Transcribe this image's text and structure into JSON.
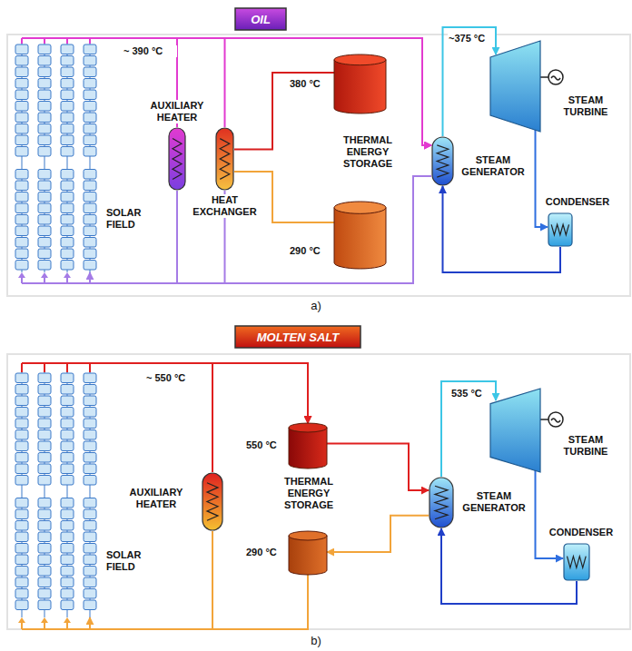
{
  "diagram": {
    "nodes": [
      {
        "text": [
          "OIL"
        ]
      },
      {
        "text": [
          "SOLAR FIELD"
        ]
      },
      {
        "text": [
          "AUXILIARY HEATER"
        ]
      },
      {
        "text": [
          "HEAT EXCHANGER"
        ]
      },
      {
        "text": [
          "380 °C"
        ]
      },
      {
        "text": [
          "290 °C"
        ]
      },
      {
        "text": [
          "STEAM GENERATOR"
        ]
      },
      {
        "text": [
          "STEAM TURBINE"
        ]
      },
      {
        "text": [
          "CONDENSER"
        ]
      },
      {
        "text": [
          "MOLTEN SALT"
        ]
      },
      {
        "text": [
          "SOLAR FIELD"
        ]
      },
      {
        "text": [
          "AUXILIARY HEATER"
        ]
      },
      {
        "text": [
          "550 °C"
        ]
      },
      {
        "text": [
          "290 °C"
        ]
      },
      {
        "text": [
          "STEAM GENERATOR"
        ]
      },
      {
        "text": [
          "STEAM TURBINE"
        ]
      },
      {
        "text": [
          "CONDENSER"
        ]
      }
    ],
    "edges": [
      {
        "from": 1,
        "to": 6,
        "arrow": "to"
      },
      {
        "from": 2,
        "to": 6,
        "arrow": "to"
      },
      {
        "from": 3,
        "to": 6,
        "arrow": "to"
      },
      {
        "from": 6,
        "to": 1,
        "arrow": "to"
      },
      {
        "from": 6,
        "to": 2,
        "arrow": "none"
      },
      {
        "from": 6,
        "to": 3,
        "arrow": "none"
      },
      {
        "from": 3,
        "to": 4,
        "arrow": "none"
      },
      {
        "from": 3,
        "to": 5,
        "arrow": "none"
      },
      {
        "from": 6,
        "to": 7,
        "arrow": "to"
      },
      {
        "from": 7,
        "to": 8,
        "arrow": "to"
      },
      {
        "from": 8,
        "to": 6,
        "arrow": "to"
      },
      {
        "from": 10,
        "to": 12,
        "arrow": "to"
      },
      {
        "from": 11,
        "to": 12,
        "arrow": "to"
      },
      {
        "from": 12,
        "to": 14,
        "arrow": "to"
      },
      {
        "from": 14,
        "to": 13,
        "arrow": "to"
      },
      {
        "from": 13,
        "to": 10,
        "arrow": "to"
      },
      {
        "from": 13,
        "to": 11,
        "arrow": "none"
      },
      {
        "from": 14,
        "to": 15,
        "arrow": "to"
      },
      {
        "from": 15,
        "to": 16,
        "arrow": "to"
      },
      {
        "from": 16,
        "to": 14,
        "arrow": "to"
      }
    ],
    "labels": [
      "~ 390 °C",
      "~375 °C",
      "THERMAL ENERGY STORAGE",
      "a)",
      "~ 550 °C",
      "535 °C",
      "THERMAL ENERGY STORAGE",
      "b)"
    ]
  }
}
